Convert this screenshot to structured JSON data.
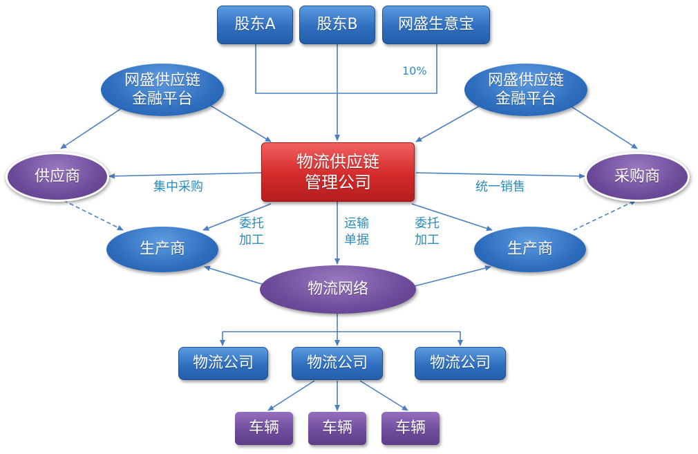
{
  "nodes": {
    "shareholder_a": "股东A",
    "shareholder_b": "股东B",
    "wangsheng_shengyibao": "网盛生意宝",
    "finance_left": [
      "网盛供应链",
      "金融平台"
    ],
    "finance_right": [
      "网盛供应链",
      "金融平台"
    ],
    "core_company": [
      "物流供应链",
      "管理公司"
    ],
    "supplier": "供应商",
    "buyer": "采购商",
    "producer_left": "生产商",
    "producer_right": "生产商",
    "logistics_network": "物流网络",
    "logistics_companies": [
      "物流公司",
      "物流公司",
      "物流公司"
    ],
    "vehicles": [
      "车辆",
      "车辆",
      "车辆"
    ]
  },
  "labels": {
    "share_percent": "10%",
    "centralized_purchase": "集中采购",
    "unified_sales": "统一销售",
    "commission_left": [
      "委托",
      "加工"
    ],
    "transport_docs": [
      "运输",
      "单据"
    ],
    "commission_right": [
      "委托",
      "加工"
    ]
  },
  "colors": {
    "connector": "#4a7fc1",
    "label_text": "#2a8bbf",
    "blue_node": "#2f6fbf",
    "purple_node": "#6f4c9b",
    "core_red": "#d42a2a"
  }
}
